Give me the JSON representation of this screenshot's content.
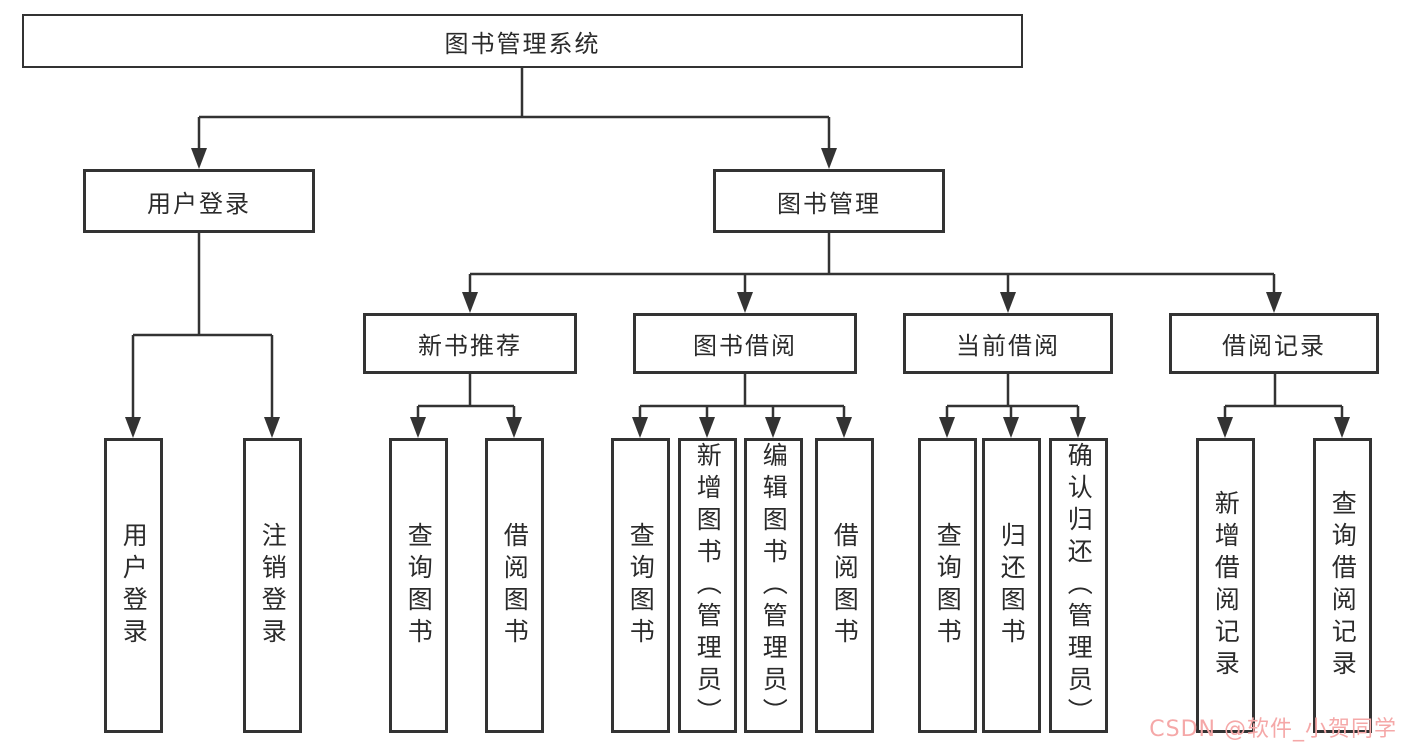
{
  "diagram": {
    "root": {
      "label": "图书管理系统",
      "children": [
        {
          "label": "用户登录",
          "children": [
            {
              "label": "用户登录"
            },
            {
              "label": "注销登录"
            }
          ]
        },
        {
          "label": "图书管理",
          "children": [
            {
              "label": "新书推荐",
              "children": [
                {
                  "label": "查询图书"
                },
                {
                  "label": "借阅图书"
                }
              ]
            },
            {
              "label": "图书借阅",
              "children": [
                {
                  "label": "查询图书"
                },
                {
                  "label": "新增图书（管理员）"
                },
                {
                  "label": "编辑图书（管理员）"
                },
                {
                  "label": "借阅图书"
                }
              ]
            },
            {
              "label": "当前借阅",
              "children": [
                {
                  "label": "查询图书"
                },
                {
                  "label": "归还图书"
                },
                {
                  "label": "确认归还（管理员）"
                }
              ]
            },
            {
              "label": "借阅记录",
              "children": [
                {
                  "label": "新增借阅记录"
                },
                {
                  "label": "查询借阅记录"
                }
              ]
            }
          ]
        }
      ]
    }
  },
  "watermark": {
    "text": "CSDN @软件_小贺同学",
    "color": "#f5a8a8"
  },
  "colors": {
    "line": "#333333",
    "box_border": "#333333",
    "box_background": "#ffffff",
    "text": "#2b2b2b"
  }
}
